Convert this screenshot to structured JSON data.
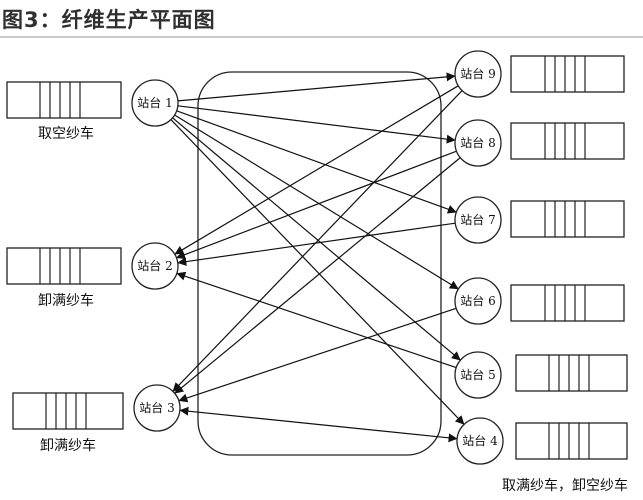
{
  "figure": {
    "title": "图3：纤维生产平面图"
  },
  "stations": {
    "s1": "站台 1",
    "s2": "站台 2",
    "s3": "站台 3",
    "s4": "站台 4",
    "s5": "站台 5",
    "s6": "站台 6",
    "s7": "站台 7",
    "s8": "站台 8",
    "s9": "站台 9"
  },
  "carts": {
    "left_top": "取空纱车",
    "left_mid": "卸满纱车",
    "left_bottom": "卸满纱车",
    "right_bottom": "取满纱车，卸空纱车"
  },
  "routes": [
    {
      "from": "s1",
      "to": "s9",
      "two_way": false
    },
    {
      "from": "s1",
      "to": "s8",
      "two_way": false
    },
    {
      "from": "s1",
      "to": "s7",
      "two_way": false
    },
    {
      "from": "s1",
      "to": "s6",
      "two_way": false
    },
    {
      "from": "s1",
      "to": "s5",
      "two_way": false
    },
    {
      "from": "s1",
      "to": "s4",
      "two_way": false
    },
    {
      "from": "s9",
      "to": "s2",
      "two_way": false
    },
    {
      "from": "s8",
      "to": "s2",
      "two_way": false
    },
    {
      "from": "s7",
      "to": "s2",
      "two_way": false
    },
    {
      "from": "s5",
      "to": "s2",
      "two_way": false
    },
    {
      "from": "s9",
      "to": "s3",
      "two_way": false
    },
    {
      "from": "s8",
      "to": "s3",
      "two_way": false
    },
    {
      "from": "s6",
      "to": "s3",
      "two_way": false
    },
    {
      "from": "s4",
      "to": "s3",
      "two_way": true
    }
  ]
}
